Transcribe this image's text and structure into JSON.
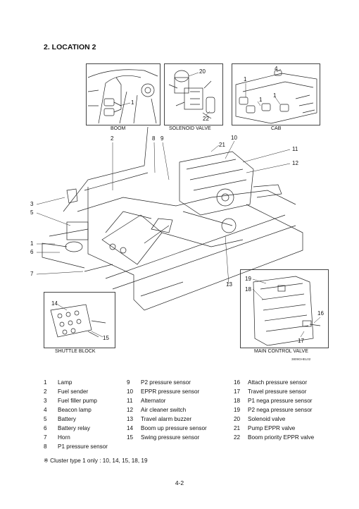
{
  "title": "2. LOCATION 2",
  "captions": {
    "boom": "BOOM",
    "solenoid_valve": "SOLENOID VALVE",
    "cab": "CAB",
    "shuttle_block": "SHUTTLE BLOCK",
    "main_control_valve": "MAIN CONTROL VALVE"
  },
  "figure_ref": "3809GHEL02",
  "callouts": {
    "boom_1": "1",
    "sol_20": "20",
    "sol_22": "22",
    "cab_4": "4",
    "cab_1a": "1",
    "cab_1b": "1",
    "cab_1c": "1",
    "m_2": "2",
    "m_8": "8",
    "m_9": "9",
    "m_21": "21",
    "m_10": "10",
    "m_11": "11",
    "m_12": "12",
    "m_3": "3",
    "m_5": "5",
    "m_1": "1",
    "m_6": "6",
    "m_7": "7",
    "m_13": "13",
    "sb_14": "14",
    "sb_15": "15",
    "mcv_19": "19",
    "mcv_18": "18",
    "mcv_16": "16",
    "mcv_17": "17"
  },
  "legend": {
    "col1": [
      {
        "n": "1",
        "label": "Lamp"
      },
      {
        "n": "2",
        "label": "Fuel sender"
      },
      {
        "n": "3",
        "label": "Fuel filler pump"
      },
      {
        "n": "4",
        "label": "Beacon lamp"
      },
      {
        "n": "5",
        "label": "Battery"
      },
      {
        "n": "6",
        "label": "Battery relay"
      },
      {
        "n": "7",
        "label": "Horn"
      },
      {
        "n": "8",
        "label": "P1 pressure sensor"
      }
    ],
    "col2": [
      {
        "n": "9",
        "label": "P2 pressure sensor"
      },
      {
        "n": "10",
        "label": "EPPR pressure sensor"
      },
      {
        "n": "11",
        "label": "Alternator"
      },
      {
        "n": "12",
        "label": "Air cleaner switch"
      },
      {
        "n": "13",
        "label": "Travel alarm buzzer"
      },
      {
        "n": "14",
        "label": "Boom up pressure sensor"
      },
      {
        "n": "15",
        "label": "Swing pressure sensor"
      }
    ],
    "col3": [
      {
        "n": "16",
        "label": "Attach pressure sensor"
      },
      {
        "n": "17",
        "label": "Travel pressure sensor"
      },
      {
        "n": "18",
        "label": "P1 nega pressure sensor"
      },
      {
        "n": "19",
        "label": "P2 nega pressure sensor"
      },
      {
        "n": "20",
        "label": "Solenoid valve"
      },
      {
        "n": "21",
        "label": "Pump EPPR valve"
      },
      {
        "n": "22",
        "label": "Boom priority EPPR valve"
      }
    ]
  },
  "note": "※ Cluster type 1 only : 10, 14, 15, 18, 19",
  "page_number": "4-2"
}
